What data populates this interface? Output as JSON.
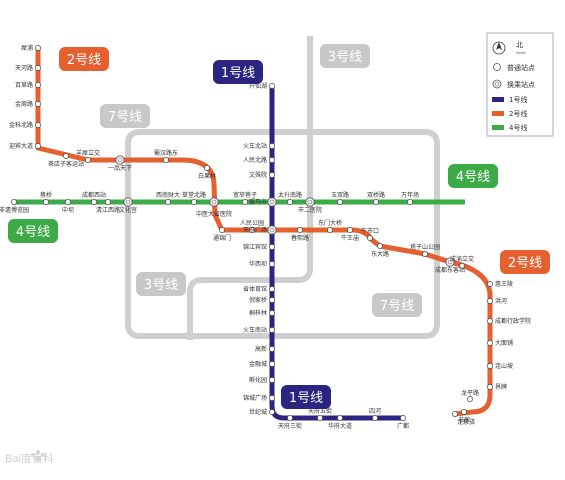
{
  "colors": {
    "line1": "#2b2480",
    "line2": "#e5602e",
    "line4": "#3daa48",
    "line3_planned": "#cfcfcf",
    "badge_planned": "#c8c8c8"
  },
  "badges": {
    "line1": "1号线",
    "line2": "2号线",
    "line3": "3号线",
    "line4": "4号线",
    "line7": "7号线"
  },
  "legend": {
    "north": "北",
    "north_en": "North",
    "regular_station": "普通站点",
    "transfer_station": "换乘站点",
    "line1": "1号线",
    "line2": "2号线",
    "line4": "4号线",
    "north_icon": "north-arrow-icon"
  },
  "stations": {
    "line1": [
      "升仙湖",
      "火车北站",
      "人民北路",
      "文殊院",
      "骡马市",
      "天府广场",
      "锦江宾馆",
      "华西坝",
      "省体育馆",
      "倪家桥",
      "桐梓林",
      "火车南站",
      "高新",
      "金融城",
      "孵化园",
      "锦城广场",
      "世纪城",
      "天府三街",
      "天府五街",
      "华府大道",
      "四河",
      "广都"
    ],
    "line2": [
      "犀浦",
      "天河路",
      "百草路",
      "金周路",
      "金科北路",
      "迎宾大道",
      "茶店子客运站",
      "羊犀立交",
      "一品天下",
      "蜀汉路东",
      "白果林",
      "中医大省医院",
      "通锦门",
      "人民公园",
      "天府广场",
      "春熙路",
      "东门大桥",
      "牛王庙",
      "牛市口",
      "东大路",
      "塔子山公园",
      "成都东客站",
      "成渝立交",
      "惠王陵",
      "洪河",
      "成都行政学院",
      "大面铺",
      "连山坡",
      "界牌",
      "书房",
      "龙平路",
      "龙泉驿"
    ],
    "line4": [
      "非遗博览园",
      "蔡桥",
      "中坝",
      "成都西站",
      "清江西路",
      "文化宫",
      "西南财大",
      "草堂北路",
      "宽窄巷子",
      "骡马市",
      "太升南路",
      "市二医院",
      "玉双路",
      "双桥路",
      "万年场"
    ]
  },
  "watermark": "Bai度百科"
}
